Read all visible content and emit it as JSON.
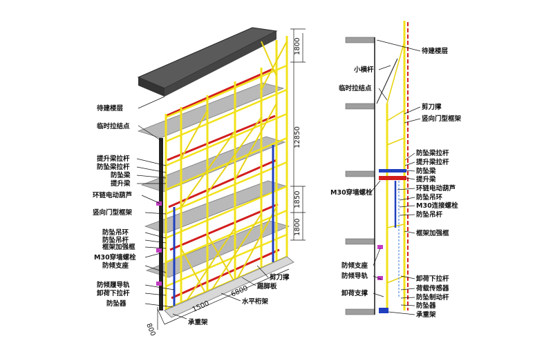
{
  "colors": {
    "frame": "#f2e21a",
    "frame_dark": "#c7b20a",
    "slab": "#5a5a5a",
    "slab_dark": "#333333",
    "deck": "#b9b9b9",
    "brace_red": "#d21d1d",
    "blue": "#1f3fbf",
    "wall": "#9e9e9e",
    "magenta": "#c23ac2"
  },
  "left_labels": {
    "l1": "待建楼层",
    "l2": "临时拉结点",
    "l3": "提升梁拉杆",
    "l4": "防坠梁拉杆",
    "l5": "防坠梁",
    "l6": "提升梁",
    "l7": "环链电动葫芦",
    "l8": "竖向门型框架",
    "l9": "防坠吊环",
    "l10": "防坠吊杆",
    "l11": "框架加强框",
    "l12": "M30穿墙螺栓",
    "l13": "防倾支座",
    "l14": "防倾履导轨",
    "l15": "卸荷下拉杆",
    "l16": "防坠器",
    "l17": "承重架",
    "l18": "水平桁架",
    "l19": "踢脚板",
    "l20": "剪刀撑"
  },
  "left_dims": {
    "d1": "1800",
    "d2": "12850",
    "d3": "1850",
    "d4": "1800",
    "d5": "6800",
    "d6": "1500",
    "d7": "800"
  },
  "right_labels": {
    "r1": "待建楼层",
    "r2": "小横杆",
    "r3": "临时拉结点",
    "r4": "剪刀撑",
    "r5": "竖向门型框架",
    "r6": "防坠梁拉杆",
    "r7": "提升梁拉杆",
    "r8": "防坠梁",
    "r9": "提升梁",
    "r10": "M30穿墙螺栓",
    "r11": "环链电动葫芦",
    "r12": "防坠吊环",
    "r13": "M30连接螺栓",
    "r14": "防坠吊杆",
    "r15": "框架加强框",
    "r16": "防倾支座",
    "r17": "防倾导轨",
    "r18": "卸荷下拉杆",
    "r19": "荷载传感器",
    "r20": "卸荷支撑",
    "r21": "防坠制动杆",
    "r22": "防坠器",
    "r23": "承重架"
  }
}
